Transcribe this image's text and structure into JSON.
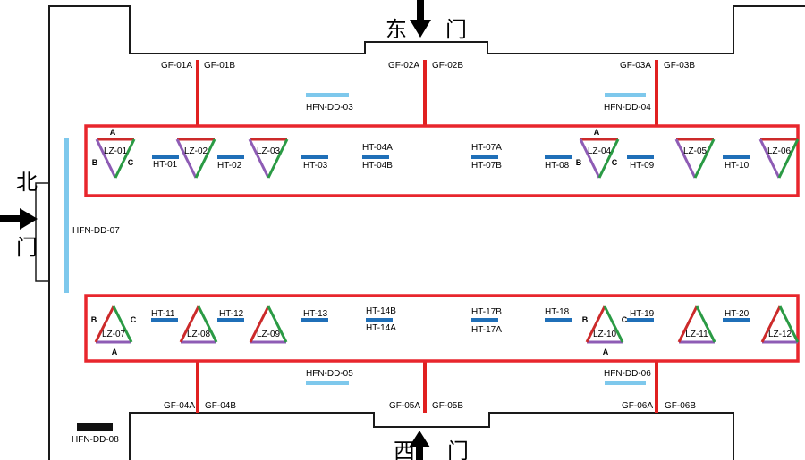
{
  "doors": {
    "east": "东",
    "west": "西",
    "north": "北",
    "gate": "门"
  },
  "colors": {
    "wall": "#1a1a1a",
    "gf_bar": "#e02020",
    "ht_bar": "#1f6fb8",
    "hfn_light": "#7ec8ec",
    "hfn_dark": "#111111",
    "frame": "#e8262d",
    "tri_a_side": "#8e5cb5",
    "tri_b_side": "#2a9a44",
    "tri_c_side": "#cc2a2a"
  },
  "gf_labels": [
    {
      "id": "gf1a",
      "text": "GF-01A"
    },
    {
      "id": "gf1b",
      "text": "GF-01B"
    },
    {
      "id": "gf2a",
      "text": "GF-02A"
    },
    {
      "id": "gf2b",
      "text": "GF-02B"
    },
    {
      "id": "gf3a",
      "text": "GF-03A"
    },
    {
      "id": "gf3b",
      "text": "GF-03B"
    },
    {
      "id": "gf4a",
      "text": "GF-04A"
    },
    {
      "id": "gf4b",
      "text": "GF-04B"
    },
    {
      "id": "gf5a",
      "text": "GF-05A"
    },
    {
      "id": "gf5b",
      "text": "GF-05B"
    },
    {
      "id": "gf6a",
      "text": "GF-06A"
    },
    {
      "id": "gf6b",
      "text": "GF-06B"
    }
  ],
  "hfn": [
    {
      "id": "dd03",
      "text": "HFN-DD-03"
    },
    {
      "id": "dd04",
      "text": "HFN-DD-04"
    },
    {
      "id": "dd05",
      "text": "HFN-DD-05"
    },
    {
      "id": "dd06",
      "text": "HFN-DD-06"
    },
    {
      "id": "dd07",
      "text": "HFN-DD-07"
    },
    {
      "id": "dd08",
      "text": "HFN-DD-08"
    }
  ],
  "ht": [
    "HT-01",
    "HT-02",
    "HT-03",
    "HT-04A",
    "HT-04B",
    "HT-07A",
    "HT-07B",
    "HT-08",
    "HT-09",
    "HT-10",
    "HT-11",
    "HT-12",
    "HT-13",
    "HT-14B",
    "HT-14A",
    "HT-17B",
    "HT-17A",
    "HT-18",
    "HT-19",
    "HT-20"
  ],
  "lz": [
    "LZ-01",
    "LZ-02",
    "LZ-03",
    "LZ-04",
    "LZ-05",
    "LZ-06",
    "LZ-07",
    "LZ-08",
    "LZ-09",
    "LZ-10",
    "LZ-11",
    "LZ-12"
  ],
  "vertex_labels": {
    "a": "A",
    "b": "B",
    "c": "C"
  }
}
